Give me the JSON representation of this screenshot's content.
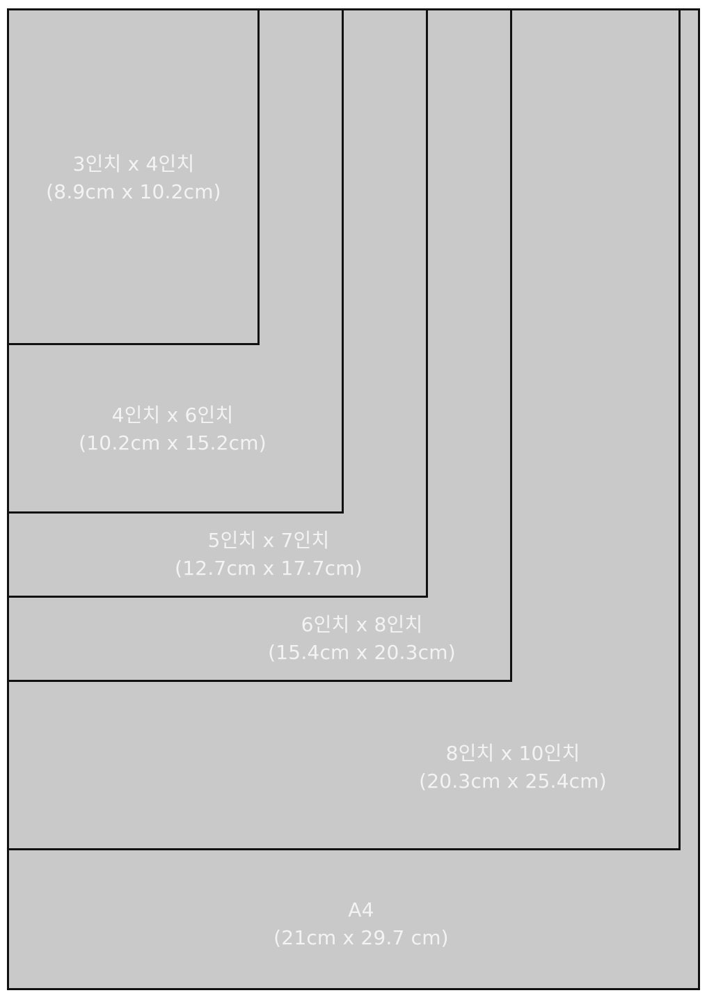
{
  "paper_sizes": [
    {
      "id": "3x4",
      "name": "3인치 x 4인치",
      "metric": "(8.9cm x 10.2cm)"
    },
    {
      "id": "4x6",
      "name": "4인치 x 6인치",
      "metric": "(10.2cm x 15.2cm)"
    },
    {
      "id": "5x7",
      "name": "5인치 x 7인치",
      "metric": "(12.7cm x 17.7cm)"
    },
    {
      "id": "6x8",
      "name": "6인치 x 8인치",
      "metric": "(15.4cm x 20.3cm)"
    },
    {
      "id": "8x10",
      "name": "8인치 x 10인치",
      "metric": "(20.3cm x 25.4cm)"
    },
    {
      "id": "a4",
      "name": "A4",
      "metric": "(21cm x 29.7 cm)"
    }
  ],
  "colors": {
    "background": "#ffffff",
    "sheet": "#c9c9c9",
    "border": "#111111",
    "text": "#f3f3f3"
  }
}
